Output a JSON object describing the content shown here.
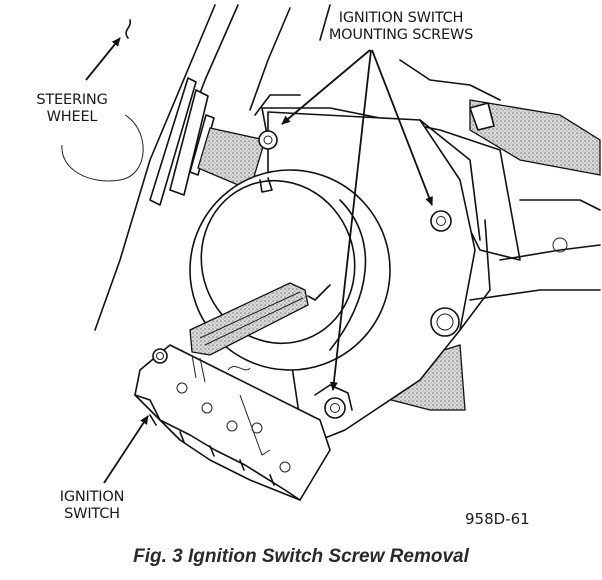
{
  "figure": {
    "caption": "Fig. 3 Ignition Switch Screw Removal",
    "code": "958D-61",
    "labels": {
      "mounting_screws_line1": "IGNITION SWITCH",
      "mounting_screws_line2": "MOUNTING SCREWS",
      "steering_wheel_line1": "STEERING",
      "steering_wheel_line2": "WHEEL",
      "ignition_switch_line1": "IGNITION",
      "ignition_switch_line2": "SWITCH"
    },
    "callouts": {
      "mounting_screws_count": 3
    }
  }
}
